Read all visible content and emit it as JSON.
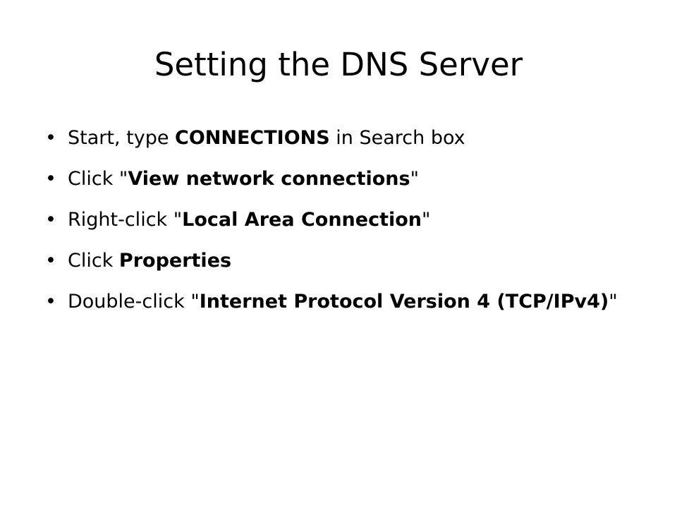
{
  "slide": {
    "title": "Setting the DNS Server",
    "bullet_glyph": "•",
    "bullets": [
      [
        {
          "text": "Start, type ",
          "bold": false
        },
        {
          "text": "CONNECTIONS",
          "bold": true
        },
        {
          "text": " in Search box",
          "bold": false
        }
      ],
      [
        {
          "text": "Click \"",
          "bold": false
        },
        {
          "text": "View network connections",
          "bold": true
        },
        {
          "text": "\"",
          "bold": false
        }
      ],
      [
        {
          "text": "Right-click \"",
          "bold": false
        },
        {
          "text": "Local Area Connection",
          "bold": true
        },
        {
          "text": "\"",
          "bold": false
        }
      ],
      [
        {
          "text": "Click ",
          "bold": false
        },
        {
          "text": "Properties",
          "bold": true
        }
      ],
      [
        {
          "text": "Double-click \"",
          "bold": false
        },
        {
          "text": "Internet Protocol Version 4 (TCP/IPv4)",
          "bold": true
        },
        {
          "text": "\"",
          "bold": false
        }
      ]
    ]
  }
}
